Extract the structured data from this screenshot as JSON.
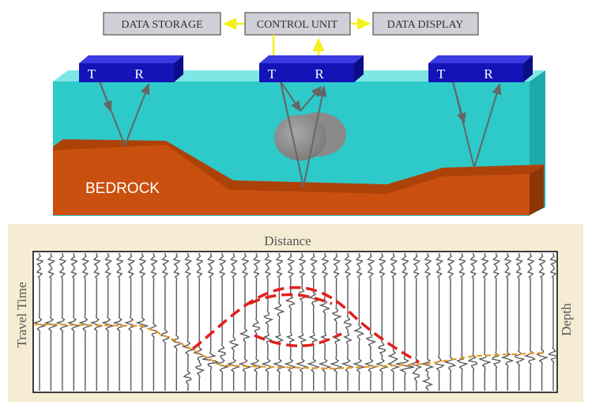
{
  "top_boxes": {
    "data_storage": "DATA STORAGE",
    "control_unit": "CONTROL UNIT",
    "data_display": "DATA DISPLAY"
  },
  "transducers": {
    "transmitter": "T",
    "receiver": "R"
  },
  "bedrock_label": "BEDROCK",
  "seismic": {
    "distance_label": "Distance",
    "travel_time_label": "Travel Time",
    "depth_label": "Depth"
  },
  "colors": {
    "water": "#2ec9c9",
    "bedrock": "#c9500f",
    "transducer": "#1313b8",
    "label_box": "#d0d0d8",
    "arrow": "#f5ef1c",
    "seismic_bg": "#f6ecd3",
    "trace": "#5a5a5a",
    "bedrock_line": "#e89a2a",
    "object_outline": "#e0201c"
  }
}
